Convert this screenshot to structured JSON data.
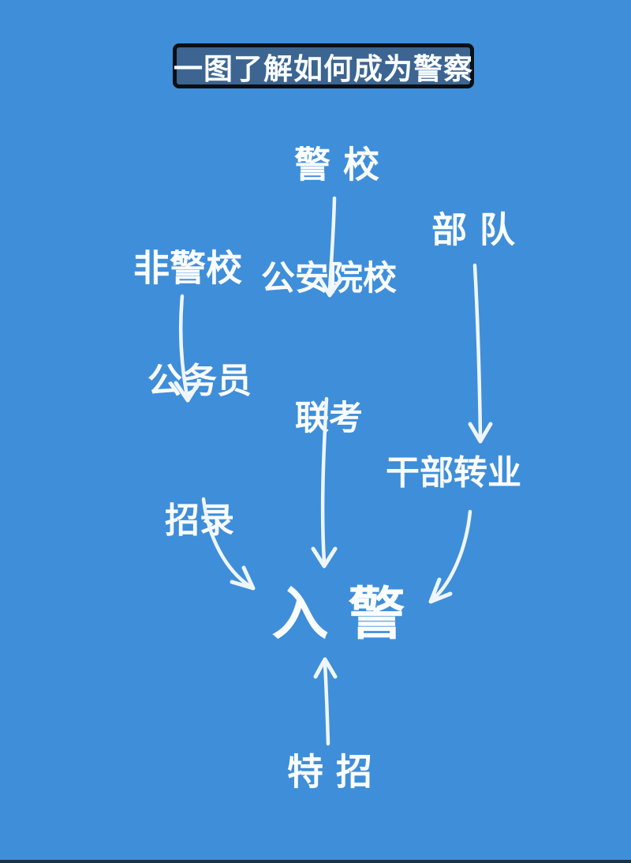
{
  "page": {
    "background_color": "#3f8ed9",
    "text_color": "#fafdff",
    "arrow_color": "#eef6fc",
    "bottom_line_color": "#16334e"
  },
  "title": {
    "text": "一图了解如何成为警察",
    "box_color": "#3c6591",
    "border_color": "#0c0f14"
  },
  "nodes": {
    "police_academy": {
      "label": "警 校"
    },
    "army": {
      "label": "部 队"
    },
    "non_police_academy": {
      "label": "非警校"
    },
    "joint_exam": {
      "line1": "公安院校",
      "line2": "联考"
    },
    "civil_servant_recruitment": {
      "line1": "公务员",
      "line2": "招录"
    },
    "cadre_transfer": {
      "label": "干部转业"
    },
    "join_police": {
      "label": "入 警"
    },
    "special_recruitment": {
      "label": "特 招"
    }
  },
  "edges": [
    {
      "from": "警校",
      "to": "公安院校联考"
    },
    {
      "from": "非警校",
      "to": "公务员招录"
    },
    {
      "from": "部队",
      "to": "干部转业"
    },
    {
      "from": "公安院校联考",
      "to": "入警"
    },
    {
      "from": "公务员招录",
      "to": "入警"
    },
    {
      "from": "干部转业",
      "to": "入警"
    },
    {
      "from": "特招",
      "to": "入警"
    }
  ]
}
